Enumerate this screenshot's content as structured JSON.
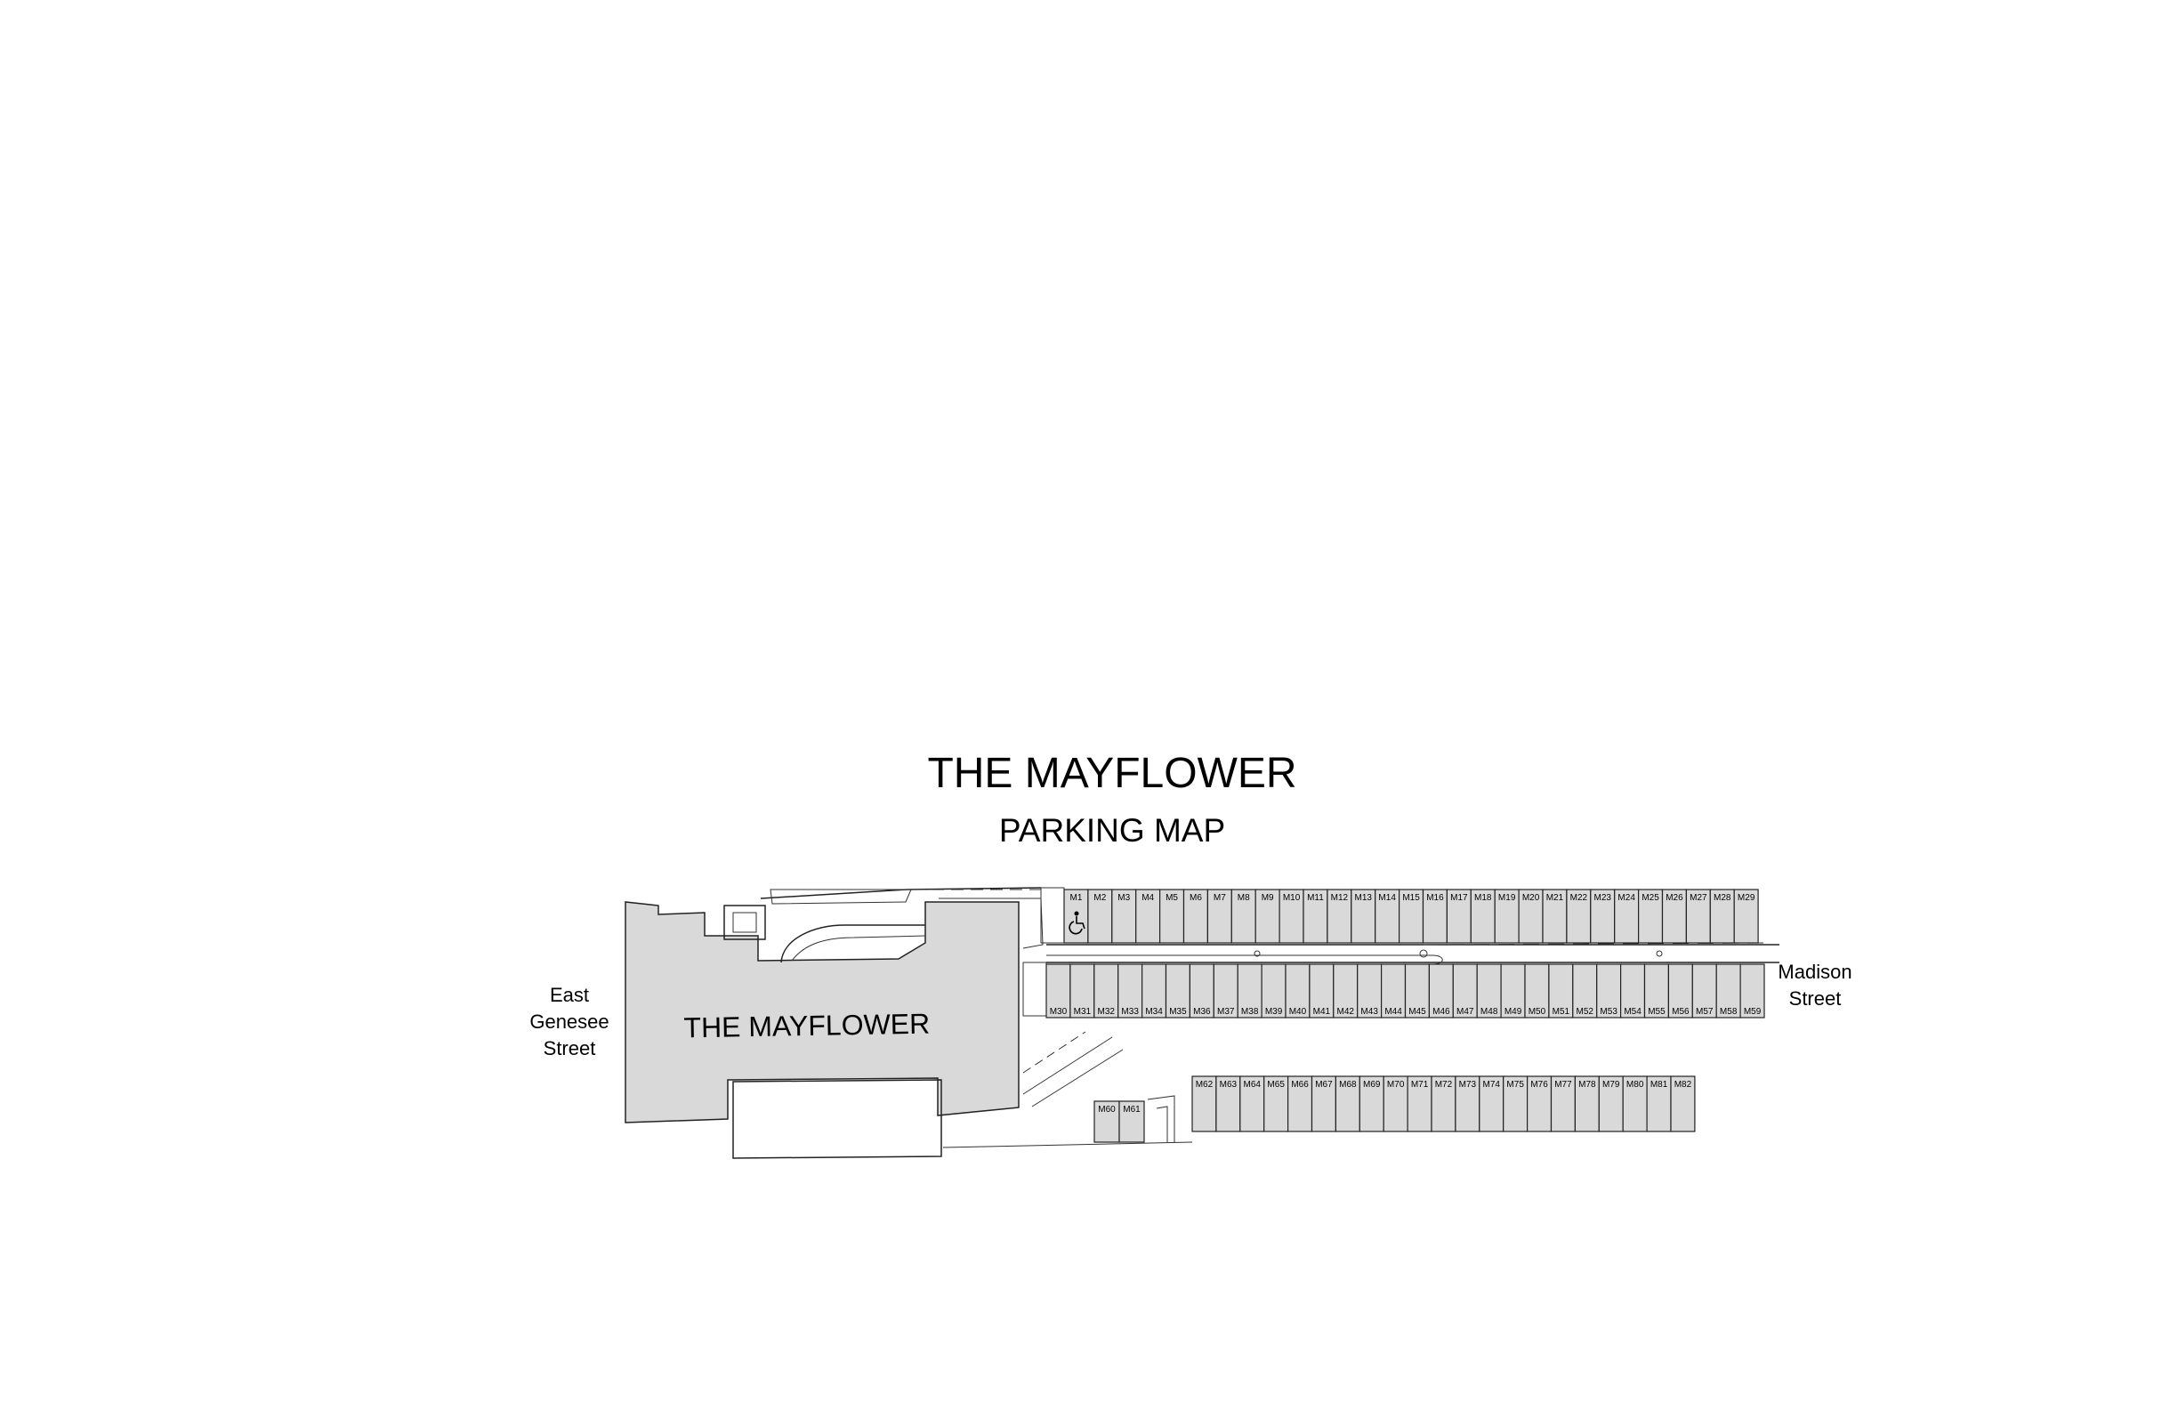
{
  "map": {
    "title": "THE MAYFLOWER",
    "subtitle": "PARKING MAP",
    "building_label": "THE MAYFLOWER",
    "streets": {
      "west": [
        "East",
        "Genesee",
        "Street"
      ],
      "east": [
        "Madison",
        "Street"
      ]
    },
    "accessible_stall": "M1",
    "rows": {
      "north": [
        "M1",
        "M2",
        "M3",
        "M4",
        "M5",
        "M6",
        "M7",
        "M8",
        "M9",
        "M10",
        "M11",
        "M12",
        "M13",
        "M14",
        "M15",
        "M16",
        "M17",
        "M18",
        "M19",
        "M20",
        "M21",
        "M22",
        "M23",
        "M24",
        "M25",
        "M26",
        "M27",
        "M28",
        "M29"
      ],
      "middle": [
        "M30",
        "M31",
        "M32",
        "M33",
        "M34",
        "M35",
        "M36",
        "M37",
        "M38",
        "M39",
        "M40",
        "M41",
        "M42",
        "M43",
        "M44",
        "M45",
        "M46",
        "M47",
        "M48",
        "M49",
        "M50",
        "M51",
        "M52",
        "M53",
        "M54",
        "M55",
        "M56",
        "M57",
        "M58",
        "M59"
      ],
      "south_small": [
        "M60",
        "M61"
      ],
      "south": [
        "M62",
        "M63",
        "M64",
        "M65",
        "M66",
        "M67",
        "M68",
        "M69",
        "M70",
        "M71",
        "M72",
        "M73",
        "M74",
        "M75",
        "M76",
        "M77",
        "M78",
        "M79",
        "M80",
        "M81",
        "M82"
      ]
    },
    "colors": {
      "building": "#d9d9d9",
      "stall": "#d9d9d9",
      "ink": "#222222"
    }
  }
}
